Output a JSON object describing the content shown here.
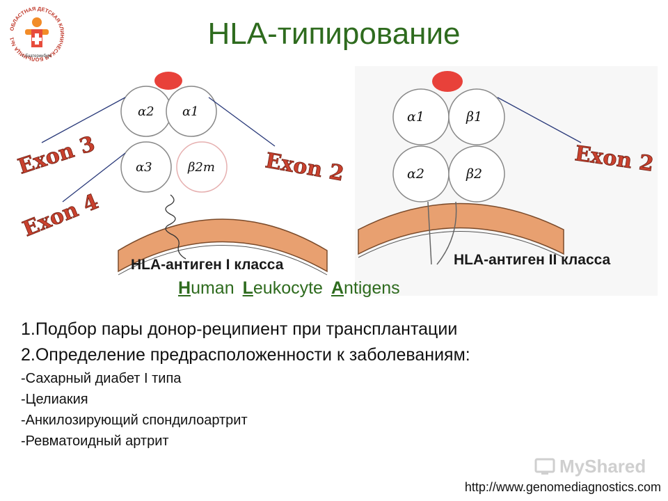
{
  "title": "HLA-типирование",
  "logo": {
    "ring_text": "ОБЛАСТНАЯ ДЕТСКАЯ КЛИНИЧЕСКАЯ БОЛЬНИЦА №1",
    "city": "г. Екатеринбург"
  },
  "diagram": {
    "class1": {
      "domains": [
        "α2",
        "α1",
        "α3",
        "β2m"
      ],
      "exon_labels": [
        "Exon 3",
        "Exon 2",
        "Exon 4"
      ],
      "caption": "HLA-антиген I класса"
    },
    "class2": {
      "domains": [
        "α1",
        "β1",
        "α2",
        "β2"
      ],
      "exon_labels": [
        "Exon 2"
      ],
      "caption": "HLA-антиген II класса"
    }
  },
  "hla_expansion": {
    "h": "H",
    "h_rest": "uman",
    "l": "L",
    "l_rest": "eukocyte",
    "a": "A",
    "a_rest": "ntigens"
  },
  "list": {
    "items": [
      "1.Подбор пары донор-реципиент при трансплантации",
      "2.Определение предрасположенности к заболеваниям:"
    ],
    "diseases": [
      "-Сахарный диабет I типа",
      "-Целиакия",
      "-Анкилозирующий спондилоартрит",
      "-Ревматоидный артрит"
    ]
  },
  "watermark": "MyShared",
  "url": "http://www.genomediagnostics.com",
  "colors": {
    "title": "#2e6b1e",
    "red_cap": "#e8413a",
    "membrane": "#e8a070",
    "exon": "#c9412e"
  }
}
